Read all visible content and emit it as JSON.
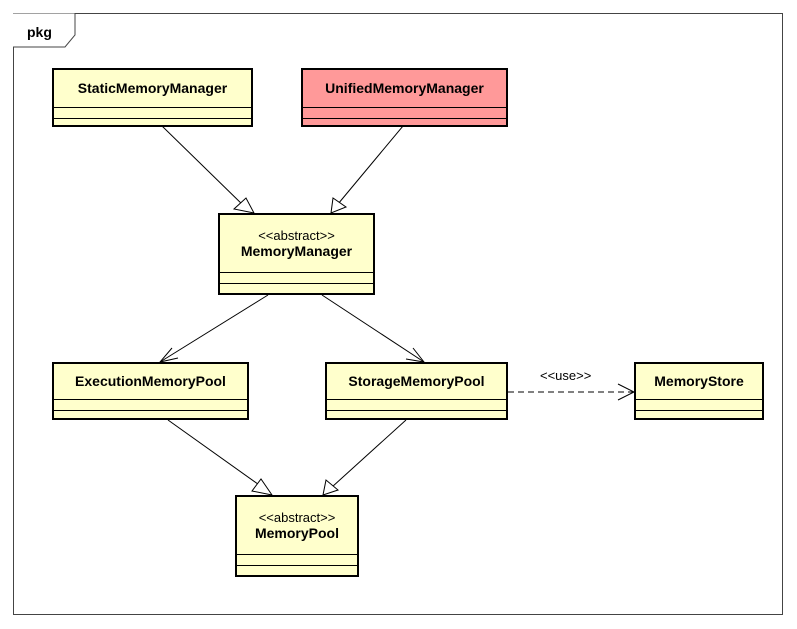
{
  "package": {
    "label": "pkg"
  },
  "classes": {
    "static_memory_manager": {
      "name": "StaticMemoryManager",
      "fill": "#FFFFCC"
    },
    "unified_memory_manager": {
      "name": "UnifiedMemoryManager",
      "fill": "#FF9999"
    },
    "memory_manager": {
      "stereotype": "<<abstract>>",
      "name": "MemoryManager",
      "fill": "#FFFFCC"
    },
    "execution_memory_pool": {
      "name": "ExecutionMemoryPool",
      "fill": "#FFFFCC"
    },
    "storage_memory_pool": {
      "name": "StorageMemoryPool",
      "fill": "#FFFFCC"
    },
    "memory_store": {
      "name": "MemoryStore",
      "fill": "#FFFFCC"
    },
    "memory_pool": {
      "stereotype": "<<abstract>>",
      "name": "MemoryPool",
      "fill": "#FFFFCC"
    }
  },
  "relations": {
    "use_label": "<<use>>"
  }
}
